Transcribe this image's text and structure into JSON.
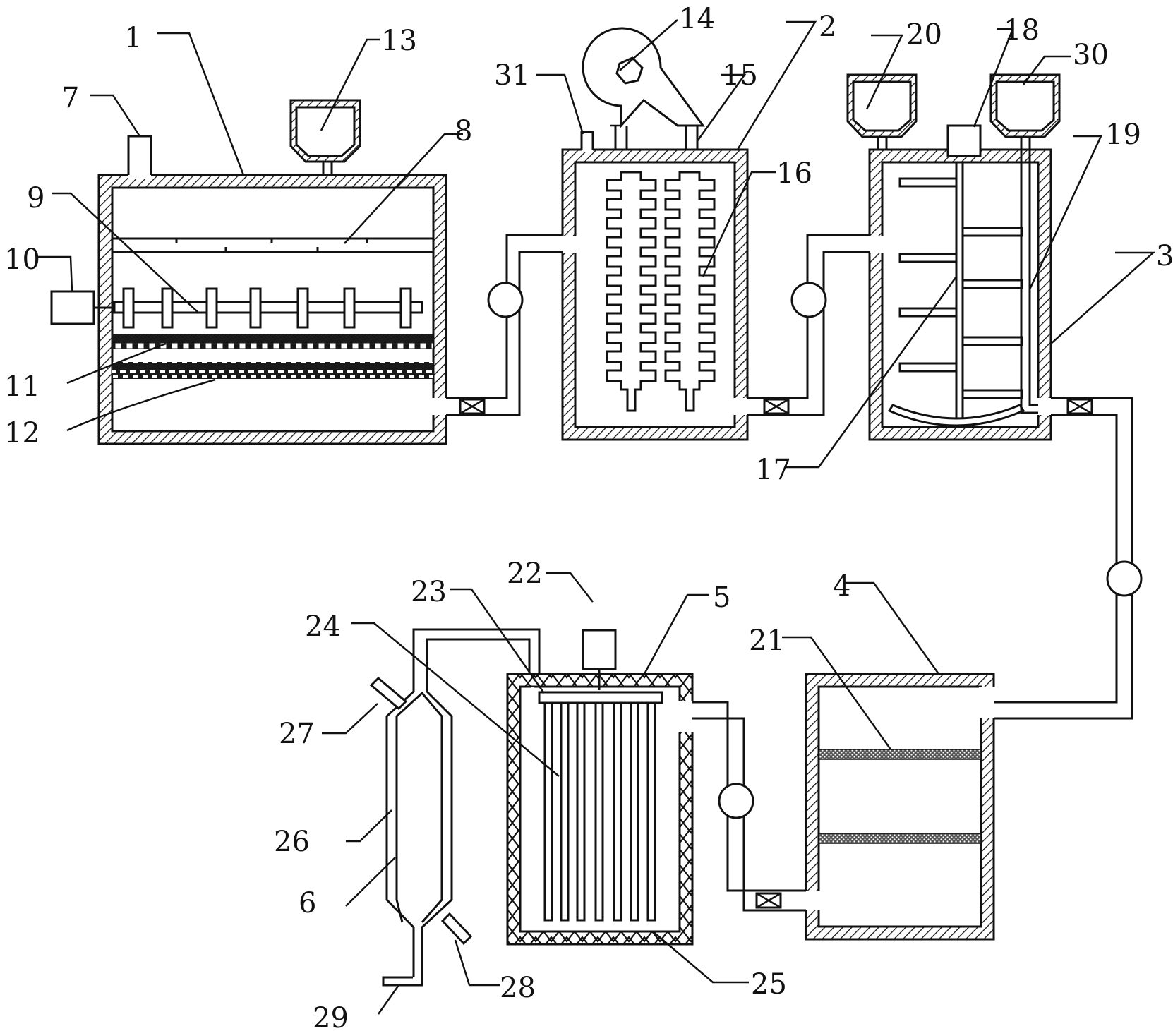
{
  "labels": [
    {
      "id": "1",
      "text": "1"
    },
    {
      "id": "2",
      "text": "2"
    },
    {
      "id": "3",
      "text": "3"
    },
    {
      "id": "4",
      "text": "4"
    },
    {
      "id": "5",
      "text": "5"
    },
    {
      "id": "6",
      "text": "6"
    },
    {
      "id": "7",
      "text": "7"
    },
    {
      "id": "8",
      "text": "8"
    },
    {
      "id": "9",
      "text": "9"
    },
    {
      "id": "10",
      "text": "10"
    },
    {
      "id": "11",
      "text": "11"
    },
    {
      "id": "12",
      "text": "12"
    },
    {
      "id": "13",
      "text": "13"
    },
    {
      "id": "14",
      "text": "14"
    },
    {
      "id": "15",
      "text": "15"
    },
    {
      "id": "16",
      "text": "16"
    },
    {
      "id": "17",
      "text": "17"
    },
    {
      "id": "18",
      "text": "18"
    },
    {
      "id": "19",
      "text": "19"
    },
    {
      "id": "20",
      "text": "20"
    },
    {
      "id": "21",
      "text": "21"
    },
    {
      "id": "22",
      "text": "22"
    },
    {
      "id": "23",
      "text": "23"
    },
    {
      "id": "24",
      "text": "24"
    },
    {
      "id": "25",
      "text": "25"
    },
    {
      "id": "26",
      "text": "26"
    },
    {
      "id": "27",
      "text": "27"
    },
    {
      "id": "28",
      "text": "28"
    },
    {
      "id": "29",
      "text": "29"
    },
    {
      "id": "30",
      "text": "30"
    },
    {
      "id": "31",
      "text": "31"
    }
  ]
}
